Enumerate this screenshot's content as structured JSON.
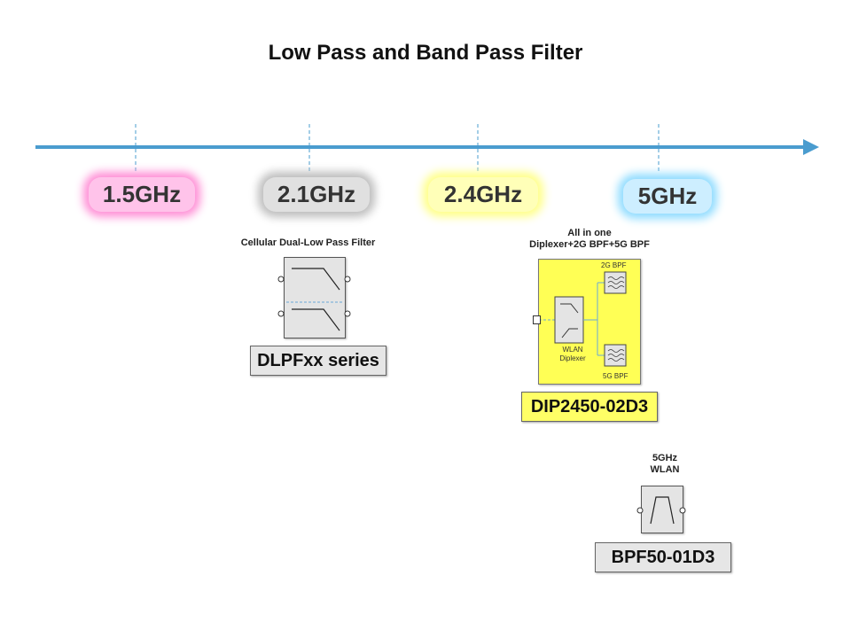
{
  "title": "Low Pass and Band Pass Filter",
  "frequencies": [
    {
      "label": "1.5GHz",
      "glow": "#ff8fd6"
    },
    {
      "label": "2.1GHz",
      "glow": "#bdbdbd"
    },
    {
      "label": "2.4GHz",
      "glow": "#ffff88"
    },
    {
      "label": "5GHz",
      "glow": "#8fdcff"
    }
  ],
  "colors": {
    "axis": "#4a9ccf",
    "tick": "#4a9ccf",
    "yellow_module": "#ffff55",
    "label_box_yellow": "#ffff66",
    "label_box_gray": "#e6e6e6"
  },
  "dlpf": {
    "caption": "Cellular Dual-Low Pass Filter",
    "name": "DLPFxx series"
  },
  "dip": {
    "caption_line1": "All in one",
    "caption_line2": "Diplexer+2G BPF+5G BPF",
    "bpf_2g": "2G BPF",
    "bpf_5g": "5G BPF",
    "diplexer_line1": "WLAN",
    "diplexer_line2": "Diplexer",
    "name": "DIP2450-02D3"
  },
  "bpf": {
    "caption_line1": "5GHz",
    "caption_line2": "WLAN",
    "name": "BPF50-01D3"
  }
}
